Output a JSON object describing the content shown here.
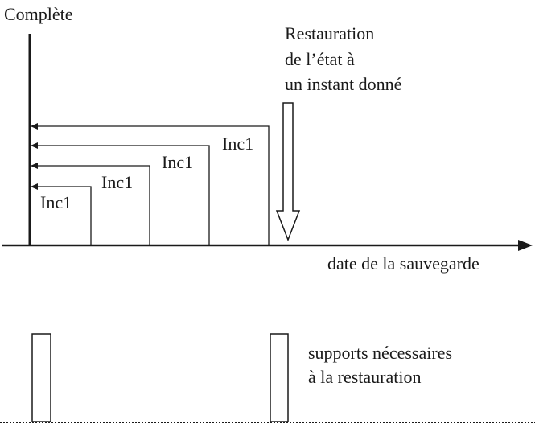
{
  "diagram": {
    "full_backup_label": "Complète",
    "restore_label": [
      "Restauration",
      "de l’état à",
      "un instant donné"
    ],
    "increments": [
      {
        "label": "Inc1"
      },
      {
        "label": "Inc1"
      },
      {
        "label": "Inc1"
      },
      {
        "label": "Inc1"
      }
    ],
    "axis_label": "date de la sauvegarde",
    "media_label": [
      "supports nécessaires",
      "à la restauration"
    ]
  }
}
